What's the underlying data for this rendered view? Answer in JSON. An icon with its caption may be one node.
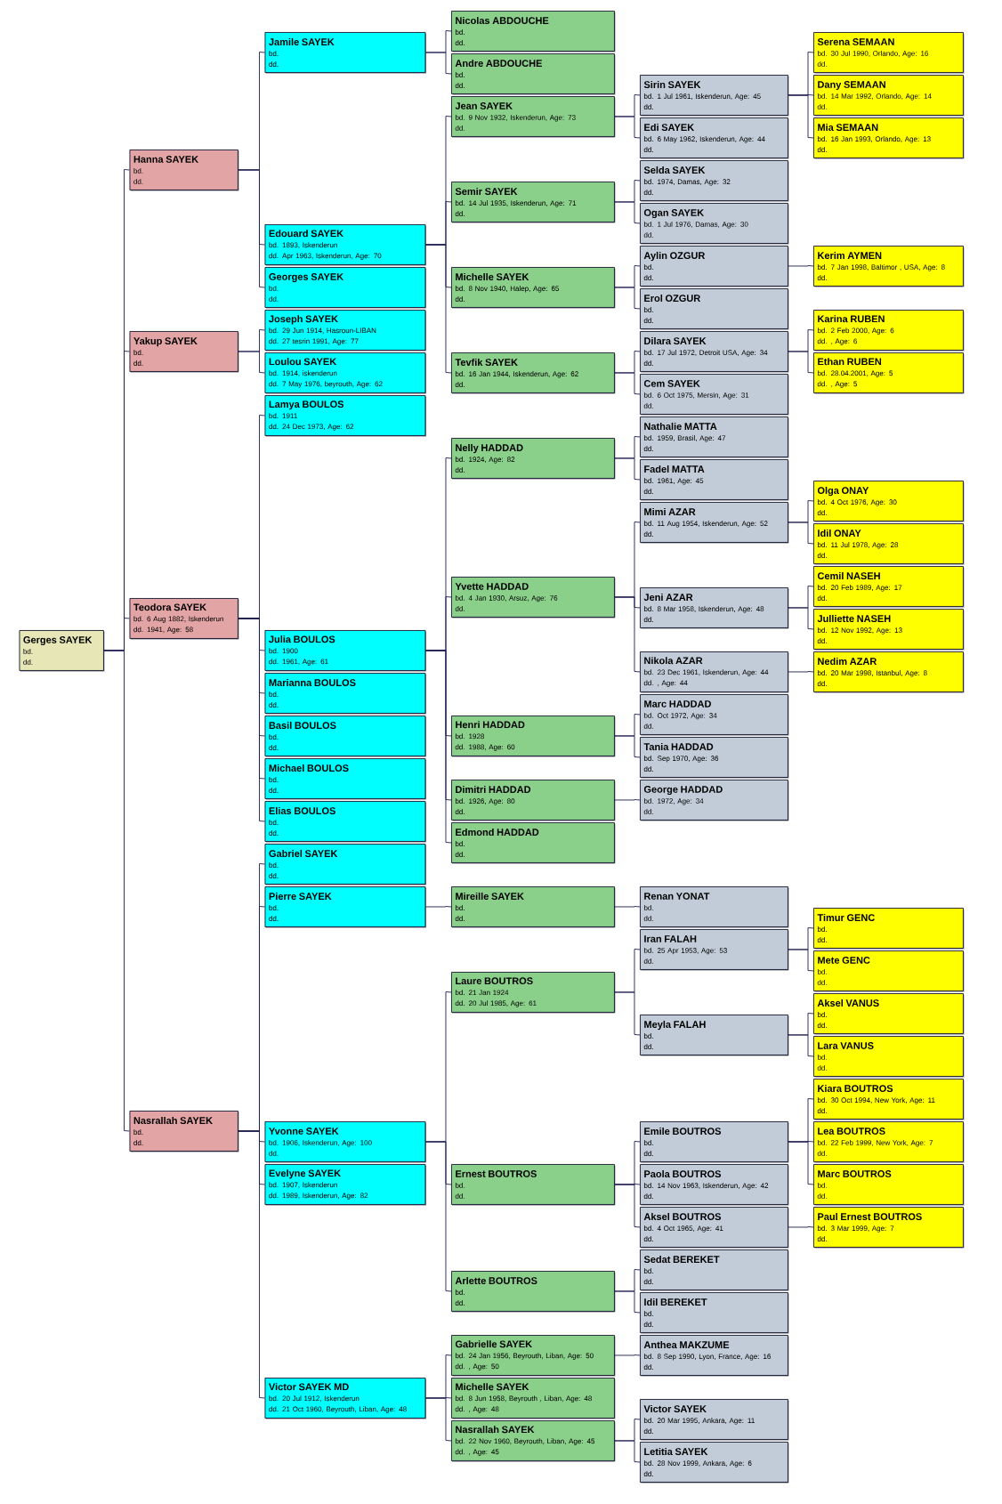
{
  "diagram": {
    "nodes": [
      {
        "text": [
          "Gerges SAYEK",
          "bd.",
          "dd."
        ]
      },
      {
        "text": [
          "Hanna SAYEK",
          "bd.",
          "dd."
        ]
      },
      {
        "text": [
          "Yakup SAYEK",
          "bd.",
          "dd."
        ]
      },
      {
        "text": [
          "Teodora SAYEK",
          "bd. 6 Aug 1882, Iskenderun",
          "dd. 1941, Age: 58"
        ]
      },
      {
        "text": [
          "Nasrallah SAYEK",
          "bd.",
          "dd."
        ]
      },
      {
        "text": [
          "Jamile SAYEK",
          "bd.",
          "dd."
        ]
      },
      {
        "text": [
          "Edouard SAYEK",
          "bd. 1893, Iskenderun",
          "dd. Apr 1963, Iskenderun, Age: 70"
        ]
      },
      {
        "text": [
          "Georges SAYEK",
          "bd.",
          "dd."
        ]
      },
      {
        "text": [
          "Joseph SAYEK",
          "bd. 29 Jun 1914, Hasroun-LIBAN",
          "dd. 27 tesrin 1991, Age: 77"
        ]
      },
      {
        "text": [
          "Loulou SAYEK",
          "bd. 1914, iskenderun",
          "dd. 7 May 1976, beyrouth, Age: 62"
        ]
      },
      {
        "text": [
          "Lamya BOULOS",
          "bd. 1911",
          "dd. 24 Dec 1973, Age: 62"
        ]
      },
      {
        "text": [
          "Julia BOULOS",
          "bd. 1900",
          "dd. 1961, Age: 61"
        ]
      },
      {
        "text": [
          "Marianna BOULOS",
          "bd.",
          "dd."
        ]
      },
      {
        "text": [
          "Basil BOULOS",
          "bd.",
          "dd."
        ]
      },
      {
        "text": [
          "Michael BOULOS",
          "bd.",
          "dd."
        ]
      },
      {
        "text": [
          "Elias BOULOS",
          "bd.",
          "dd."
        ]
      },
      {
        "text": [
          "Gabriel SAYEK",
          "bd.",
          "dd."
        ]
      },
      {
        "text": [
          "Pierre SAYEK",
          "bd.",
          "dd."
        ]
      },
      {
        "text": [
          "Yvonne SAYEK",
          "bd. 1906, Iskenderun, Age: 100",
          "dd."
        ]
      },
      {
        "text": [
          "Evelyne SAYEK",
          "bd. 1907, Iskenderun",
          "dd. 1989, Iskenderun, Age: 82"
        ]
      },
      {
        "text": [
          "Victor SAYEK MD",
          "bd. 20 Jul 1912, Iskenderun",
          "dd. 21 Oct 1960, Beyrouth, Liban, Age: 48"
        ]
      },
      {
        "text": [
          "Nicolas ABDOUCHE",
          "bd.",
          "dd."
        ]
      },
      {
        "text": [
          "Andre ABDOUCHE",
          "bd.",
          "dd."
        ]
      },
      {
        "text": [
          "Jean SAYEK",
          "bd. 9 Nov 1932, Iskenderun, Age: 73",
          "dd."
        ]
      },
      {
        "text": [
          "Semir SAYEK",
          "bd. 14 Jul 1935, Iskenderun, Age: 71",
          "dd."
        ]
      },
      {
        "text": [
          "Michelle SAYEK",
          "bd. 8 Nov 1940, Halep, Age: 65",
          "dd."
        ]
      },
      {
        "text": [
          "Tevfik SAYEK",
          "bd. 16 Jan 1944, Iskenderun, Age: 62",
          "dd."
        ]
      },
      {
        "text": [
          "Nelly HADDAD",
          "bd. 1924, Age: 82",
          "dd."
        ]
      },
      {
        "text": [
          "Yvette HADDAD",
          "bd. 4 Jan 1930, Arsuz, Age: 76",
          "dd."
        ]
      },
      {
        "text": [
          "Henri HADDAD",
          "bd. 1928",
          "dd. 1988, Age: 60"
        ]
      },
      {
        "text": [
          "Dimitri HADDAD",
          "bd. 1926, Age: 80",
          "dd."
        ]
      },
      {
        "text": [
          "Edmond HADDAD",
          "bd.",
          "dd."
        ]
      },
      {
        "text": [
          "Mireille SAYEK",
          "bd.",
          "dd."
        ]
      },
      {
        "text": [
          "Laure BOUTROS",
          "bd. 21 Jan 1924",
          "dd. 20 Jul 1985, Age: 61"
        ]
      },
      {
        "text": [
          "Ernest BOUTROS",
          "bd.",
          "dd."
        ]
      },
      {
        "text": [
          "Arlette BOUTROS",
          "bd.",
          "dd."
        ]
      },
      {
        "text": [
          "Gabrielle SAYEK",
          "bd. 24 Jan 1956, Beyrouth, Liban, Age: 50",
          "dd. , Age: 50"
        ]
      },
      {
        "text": [
          "Michelle SAYEK",
          "bd. 8 Jun 1958, Beyrouth , Liban, Age: 48",
          "dd. , Age: 48"
        ]
      },
      {
        "text": [
          "Nasrallah SAYEK",
          "bd. 22 Nov 1960, Beyrouth, Liban, Age: 45",
          "dd. , Age: 45"
        ]
      },
      {
        "text": [
          "Sirin SAYEK",
          "bd. 1 Jul 1961, Iskenderun, Age: 45",
          "dd."
        ]
      },
      {
        "text": [
          "Edi SAYEK",
          "bd. 6 May 1962, Iskenderun, Age: 44",
          "dd."
        ]
      },
      {
        "text": [
          "Selda SAYEK",
          "bd. 1974, Damas, Age: 32",
          "dd."
        ]
      },
      {
        "text": [
          "Ogan SAYEK",
          "bd. 1 Jul 1976, Damas, Age: 30",
          "dd."
        ]
      },
      {
        "text": [
          "Aylin OZGUR",
          "bd.",
          "dd."
        ]
      },
      {
        "text": [
          "Erol OZGUR",
          "bd.",
          "dd."
        ]
      },
      {
        "text": [
          "Dilara SAYEK",
          "bd. 17 Jul 1972, Detroit USA, Age: 34",
          "dd."
        ]
      },
      {
        "text": [
          "Cem SAYEK",
          "bd. 6 Oct 1975, Mersin, Age: 31",
          "dd."
        ]
      },
      {
        "text": [
          "Nathalie MATTA",
          "bd. 1959, Brasil, Age: 47",
          "dd."
        ]
      },
      {
        "text": [
          "Fadel MATTA",
          "bd. 1961, Age: 45",
          "dd."
        ]
      },
      {
        "text": [
          "Mimi AZAR",
          "bd. 11 Aug 1954, Iskenderun, Age: 52",
          "dd."
        ]
      },
      {
        "text": [
          "Jeni AZAR",
          "bd. 8 Mar 1958, Iskenderun, Age: 48",
          "dd."
        ]
      },
      {
        "text": [
          "Nikola AZAR",
          "bd. 23 Dec 1961, Iskenderun, Age: 44",
          "dd. , Age: 44"
        ]
      },
      {
        "text": [
          "Marc HADDAD",
          "bd. Oct 1972, Age: 34",
          "dd."
        ]
      },
      {
        "text": [
          "Tania HADDAD",
          "bd. Sep 1970, Age: 36",
          "dd."
        ]
      },
      {
        "text": [
          "George HADDAD",
          "bd. 1972, Age: 34",
          "dd."
        ]
      },
      {
        "text": [
          "Renan YONAT",
          "bd.",
          "dd."
        ]
      },
      {
        "text": [
          "Iran FALAH",
          "bd. 25 Apr 1953, Age: 53",
          "dd."
        ]
      },
      {
        "text": [
          "Meyla FALAH",
          "bd.",
          "dd."
        ]
      },
      {
        "text": [
          "Emile BOUTROS",
          "bd.",
          "dd."
        ]
      },
      {
        "text": [
          "Paola BOUTROS",
          "bd. 14 Nov 1963, Iskenderun, Age: 42",
          "dd."
        ]
      },
      {
        "text": [
          "Aksel BOUTROS",
          "bd. 4 Oct 1965, Age: 41",
          "dd."
        ]
      },
      {
        "text": [
          "Sedat BEREKET",
          "bd.",
          "dd."
        ]
      },
      {
        "text": [
          "Idil BEREKET",
          "bd.",
          "dd."
        ]
      },
      {
        "text": [
          "Anthea MAKZUME",
          "bd. 8 Sep 1990, Lyon, France, Age: 16",
          "dd."
        ]
      },
      {
        "text": [
          "Victor SAYEK",
          "bd. 20 Mar 1995, Ankara, Age: 11",
          "dd."
        ]
      },
      {
        "text": [
          "Letitia SAYEK",
          "bd. 28 Nov 1999, Ankara, Age: 6",
          "dd."
        ]
      },
      {
        "text": [
          "Serena SEMAAN",
          "bd. 30 Jul 1990, Orlando, Age: 16",
          "dd."
        ]
      },
      {
        "text": [
          "Dany SEMAAN",
          "bd. 14 Mar 1992, Orlando, Age: 14",
          "dd."
        ]
      },
      {
        "text": [
          "Mia SEMAAN",
          "bd. 16 Jan 1993, Orlando, Age: 13",
          "dd."
        ]
      },
      {
        "text": [
          "Kerim AYMEN",
          "bd. 7 Jan 1998, Baltimor , USA, Age: 8",
          "dd."
        ]
      },
      {
        "text": [
          "Karina RUBEN",
          "bd. 2 Feb 2000, Age: 6",
          "dd. , Age: 6"
        ]
      },
      {
        "text": [
          "Ethan RUBEN",
          "bd. 28.04.2001, Age: 5",
          "dd. , Age: 5"
        ]
      },
      {
        "text": [
          "Olga ONAY",
          "bd. 4 Oct 1976, Age: 30",
          "dd."
        ]
      },
      {
        "text": [
          "Idil ONAY",
          "bd. 11 Jul 1978, Age: 28",
          "dd."
        ]
      },
      {
        "text": [
          "Cemil NASEH",
          "bd. 20 Feb 1989, Age: 17",
          "dd."
        ]
      },
      {
        "text": [
          "Julliette NASEH",
          "bd. 12 Nov 1992, Age: 13",
          "dd."
        ]
      },
      {
        "text": [
          "Nedim AZAR",
          "bd. 20 Mar 1998, Istanbul, Age: 8",
          "dd."
        ]
      },
      {
        "text": [
          "Timur GENC",
          "bd.",
          "dd."
        ]
      },
      {
        "text": [
          "Mete GENC",
          "bd.",
          "dd."
        ]
      },
      {
        "text": [
          "Aksel VANUS",
          "bd.",
          "dd."
        ]
      },
      {
        "text": [
          "Lara VANUS",
          "bd.",
          "dd."
        ]
      },
      {
        "text": [
          "Kiara BOUTROS",
          "bd. 30 Oct 1994, New York, Age: 11",
          "dd."
        ]
      },
      {
        "text": [
          "Lea BOUTROS",
          "bd. 22 Feb 1999, New York, Age: 7",
          "dd."
        ]
      },
      {
        "text": [
          "Marc BOUTROS",
          "bd.",
          "dd."
        ]
      },
      {
        "text": [
          "Paul Ernest BOUTROS",
          "bd. 3 Mar 1999, Age: 7",
          "dd."
        ]
      }
    ],
    "edges": [
      {
        "from": 0,
        "to": 1,
        "arrow": "none"
      },
      {
        "from": 0,
        "to": 2,
        "arrow": "none"
      },
      {
        "from": 0,
        "to": 3,
        "arrow": "none"
      },
      {
        "from": 0,
        "to": 4,
        "arrow": "none"
      },
      {
        "from": 1,
        "to": 5,
        "arrow": "none"
      },
      {
        "from": 1,
        "to": 6,
        "arrow": "none"
      },
      {
        "from": 1,
        "to": 7,
        "arrow": "none"
      },
      {
        "from": 2,
        "to": 8,
        "arrow": "none"
      },
      {
        "from": 2,
        "to": 9,
        "arrow": "none"
      },
      {
        "from": 3,
        "to": 10,
        "arrow": "none"
      },
      {
        "from": 3,
        "to": 11,
        "arrow": "none"
      },
      {
        "from": 3,
        "to": 12,
        "arrow": "none"
      },
      {
        "from": 3,
        "to": 13,
        "arrow": "none"
      },
      {
        "from": 3,
        "to": 14,
        "arrow": "none"
      },
      {
        "from": 3,
        "to": 15,
        "arrow": "none"
      },
      {
        "from": 4,
        "to": 16,
        "arrow": "none"
      },
      {
        "from": 4,
        "to": 17,
        "arrow": "none"
      },
      {
        "from": 4,
        "to": 18,
        "arrow": "none"
      },
      {
        "from": 4,
        "to": 19,
        "arrow": "none"
      },
      {
        "from": 4,
        "to": 20,
        "arrow": "none"
      },
      {
        "from": 5,
        "to": 21,
        "arrow": "none"
      },
      {
        "from": 5,
        "to": 22,
        "arrow": "none"
      },
      {
        "from": 6,
        "to": 23,
        "arrow": "none"
      },
      {
        "from": 6,
        "to": 24,
        "arrow": "none"
      },
      {
        "from": 6,
        "to": 25,
        "arrow": "none"
      },
      {
        "from": 6,
        "to": 26,
        "arrow": "none"
      },
      {
        "from": 11,
        "to": 27,
        "arrow": "none"
      },
      {
        "from": 11,
        "to": 28,
        "arrow": "none"
      },
      {
        "from": 11,
        "to": 29,
        "arrow": "none"
      },
      {
        "from": 11,
        "to": 30,
        "arrow": "none"
      },
      {
        "from": 11,
        "to": 31,
        "arrow": "none"
      },
      {
        "from": 17,
        "to": 32,
        "arrow": "none"
      },
      {
        "from": 18,
        "to": 33,
        "arrow": "none"
      },
      {
        "from": 18,
        "to": 34,
        "arrow": "none"
      },
      {
        "from": 18,
        "to": 35,
        "arrow": "none"
      },
      {
        "from": 20,
        "to": 36,
        "arrow": "none"
      },
      {
        "from": 20,
        "to": 37,
        "arrow": "none"
      },
      {
        "from": 20,
        "to": 38,
        "arrow": "none"
      },
      {
        "from": 23,
        "to": 39,
        "arrow": "none"
      },
      {
        "from": 23,
        "to": 40,
        "arrow": "none"
      },
      {
        "from": 24,
        "to": 41,
        "arrow": "none"
      },
      {
        "from": 24,
        "to": 42,
        "arrow": "none"
      },
      {
        "from": 25,
        "to": 43,
        "arrow": "none"
      },
      {
        "from": 25,
        "to": 44,
        "arrow": "none"
      },
      {
        "from": 26,
        "to": 45,
        "arrow": "none"
      },
      {
        "from": 26,
        "to": 46,
        "arrow": "none"
      },
      {
        "from": 27,
        "to": 47,
        "arrow": "none"
      },
      {
        "from": 27,
        "to": 48,
        "arrow": "none"
      },
      {
        "from": 28,
        "to": 49,
        "arrow": "none"
      },
      {
        "from": 28,
        "to": 50,
        "arrow": "none"
      },
      {
        "from": 28,
        "to": 51,
        "arrow": "none"
      },
      {
        "from": 29,
        "to": 52,
        "arrow": "none"
      },
      {
        "from": 29,
        "to": 53,
        "arrow": "none"
      },
      {
        "from": 30,
        "to": 54,
        "arrow": "none"
      },
      {
        "from": 32,
        "to": 55,
        "arrow": "none"
      },
      {
        "from": 33,
        "to": 56,
        "arrow": "none"
      },
      {
        "from": 33,
        "to": 57,
        "arrow": "none"
      },
      {
        "from": 34,
        "to": 58,
        "arrow": "none"
      },
      {
        "from": 34,
        "to": 59,
        "arrow": "none"
      },
      {
        "from": 34,
        "to": 60,
        "arrow": "none"
      },
      {
        "from": 35,
        "to": 61,
        "arrow": "none"
      },
      {
        "from": 35,
        "to": 62,
        "arrow": "none"
      },
      {
        "from": 36,
        "to": 63,
        "arrow": "none"
      },
      {
        "from": 38,
        "to": 64,
        "arrow": "none"
      },
      {
        "from": 38,
        "to": 65,
        "arrow": "none"
      },
      {
        "from": 39,
        "to": 66,
        "arrow": "none"
      },
      {
        "from": 39,
        "to": 67,
        "arrow": "none"
      },
      {
        "from": 39,
        "to": 68,
        "arrow": "none"
      },
      {
        "from": 43,
        "to": 69,
        "arrow": "none"
      },
      {
        "from": 45,
        "to": 70,
        "arrow": "none"
      },
      {
        "from": 45,
        "to": 71,
        "arrow": "none"
      },
      {
        "from": 49,
        "to": 72,
        "arrow": "none"
      },
      {
        "from": 49,
        "to": 73,
        "arrow": "none"
      },
      {
        "from": 50,
        "to": 74,
        "arrow": "none"
      },
      {
        "from": 50,
        "to": 75,
        "arrow": "none"
      },
      {
        "from": 51,
        "to": 76,
        "arrow": "none"
      },
      {
        "from": 56,
        "to": 77,
        "arrow": "none"
      },
      {
        "from": 56,
        "to": 78,
        "arrow": "none"
      },
      {
        "from": 57,
        "to": 79,
        "arrow": "none"
      },
      {
        "from": 57,
        "to": 80,
        "arrow": "none"
      },
      {
        "from": 58,
        "to": 81,
        "arrow": "none"
      },
      {
        "from": 58,
        "to": 82,
        "arrow": "none"
      },
      {
        "from": 58,
        "to": 83,
        "arrow": "none"
      },
      {
        "from": 60,
        "to": 84,
        "arrow": "none"
      }
    ]
  }
}
